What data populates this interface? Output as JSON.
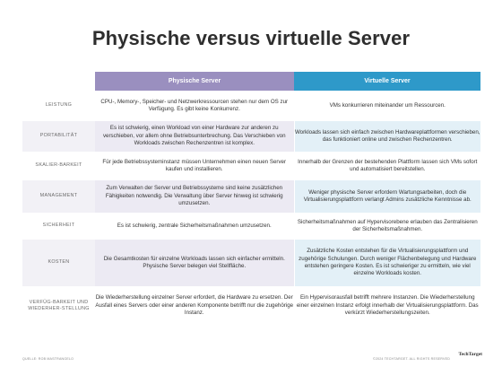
{
  "title": "Physische versus virtuelle Server",
  "columns": {
    "physical": "Physische Server",
    "virtual": "Virtuelle Server"
  },
  "rows": [
    {
      "label": "LEISTUNG",
      "physical": "CPU-, Memory-, Speicher- und Netzwerkressourcen stehen nur dem OS zur Verfügung. Es gibt keine Konkurrenz.",
      "virtual": "VMs konkurrieren miteinander um Ressourcen."
    },
    {
      "label": "PORTABILITÄT",
      "physical": "Es ist schwierig, einen Workload von einer Hardware zur anderen zu verschieben, vor allem ohne Betriebsunterbrechung. Das Verschieben von Workloads zwischen Rechenzentren ist komplex.",
      "virtual": "Workloads lassen sich einfach zwischen Hardwareplattformen verschieben, das funktioniert online und zwischen Rechenzentren."
    },
    {
      "label": "SKALIER-BARKEIT",
      "physical": "Für jede Betriebssysteminstanz müssen Unternehmen einen neuen Server kaufen und installieren.",
      "virtual": "Innerhalb der Grenzen der bestehenden Plattform lassen sich VMs sofort und automatisiert bereitstellen."
    },
    {
      "label": "MANAGEMENT",
      "physical": "Zum Verwalten der Server und Betriebssysteme sind keine zusätzlichen Fähigkeiten notwendig. Die Verwaltung über Server hinweg ist schwierig umzusetzen.",
      "virtual": "Weniger physische Server erfordern Wartungsarbeiten, doch die Virtualisierungsplattform verlangt Admins zusätzliche Kenntnisse ab."
    },
    {
      "label": "SICHERHEIT",
      "physical": "Es ist schwierig, zentrale Sicherheitsmaßnahmen umzusetzen.",
      "virtual": "Sicherheitsmaßnahmen auf Hypervisorebene erlauben das Zentralisieren der Sicherheitsmaßnahmen."
    },
    {
      "label": "KOSTEN",
      "physical": "Die Gesamtkosten für einzelne Workloads lassen sich einfacher ermitteln. Physische Server belegen viel Stellfläche.",
      "virtual": "Zusätzliche Kosten entstehen für die Virtualisierungsplattform und zugehörige Schulungen. Durch weniger Flächenbelegung und Hardware entstehen geringere Kosten. Es ist schwieriger zu ermitteln, wie viel einzelne Workloads kosten."
    },
    {
      "label": "VERFÜG-BARKEIT UND WIEDERHER-STELLUNG",
      "physical": "Die Wiederherstellung einzelner Server erfordert, die Hardware zu ersetzen. Der Ausfall eines Servers oder einer anderen Komponente betrifft nur die zugehörige Instanz.",
      "virtual": "Ein Hypervisorausfall betrifft mehrere Instanzen. Die Wiederherstellung einer einzelnen Instanz erfolgt innerhalb der Virtualisierungsplattform. Das verkürzt Wiederherstellungszeiten."
    }
  ],
  "footer": {
    "left": "QUELLE: ROB MASTRANGELO",
    "right": "©2024 TECHTARGET. ALL RIGHTS RESERVED",
    "logo": "TechTarget"
  },
  "colors": {
    "physical_header": "#9a8fbf",
    "virtual_header": "#2e99c9",
    "physical_shade": "#eceaf3",
    "virtual_shade": "#e3f0f7"
  }
}
